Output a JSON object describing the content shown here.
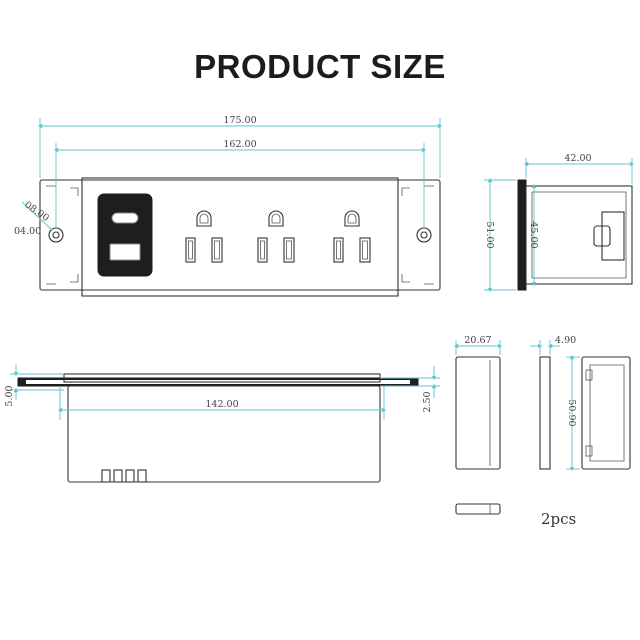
{
  "title": "PRODUCT SIZE",
  "dimensions": {
    "overall_length": "175.00",
    "hole_spacing": "162.00",
    "depth": "42.00",
    "height": "51.00",
    "inner_height": "45.00",
    "body_length": "142.00",
    "flange_thickness": "5.00",
    "flange_step": "2.50",
    "hole_outer": "08.00",
    "hole_inner": "04.00",
    "clip_width": "20.67",
    "clip_thickness": "4.90",
    "clip_height": "50.90"
  },
  "clip_quantity": "2pcs",
  "colors": {
    "dimension_line": "#5fc4cf",
    "outline": "#333333",
    "fill_dark": "#1e1e1e"
  }
}
